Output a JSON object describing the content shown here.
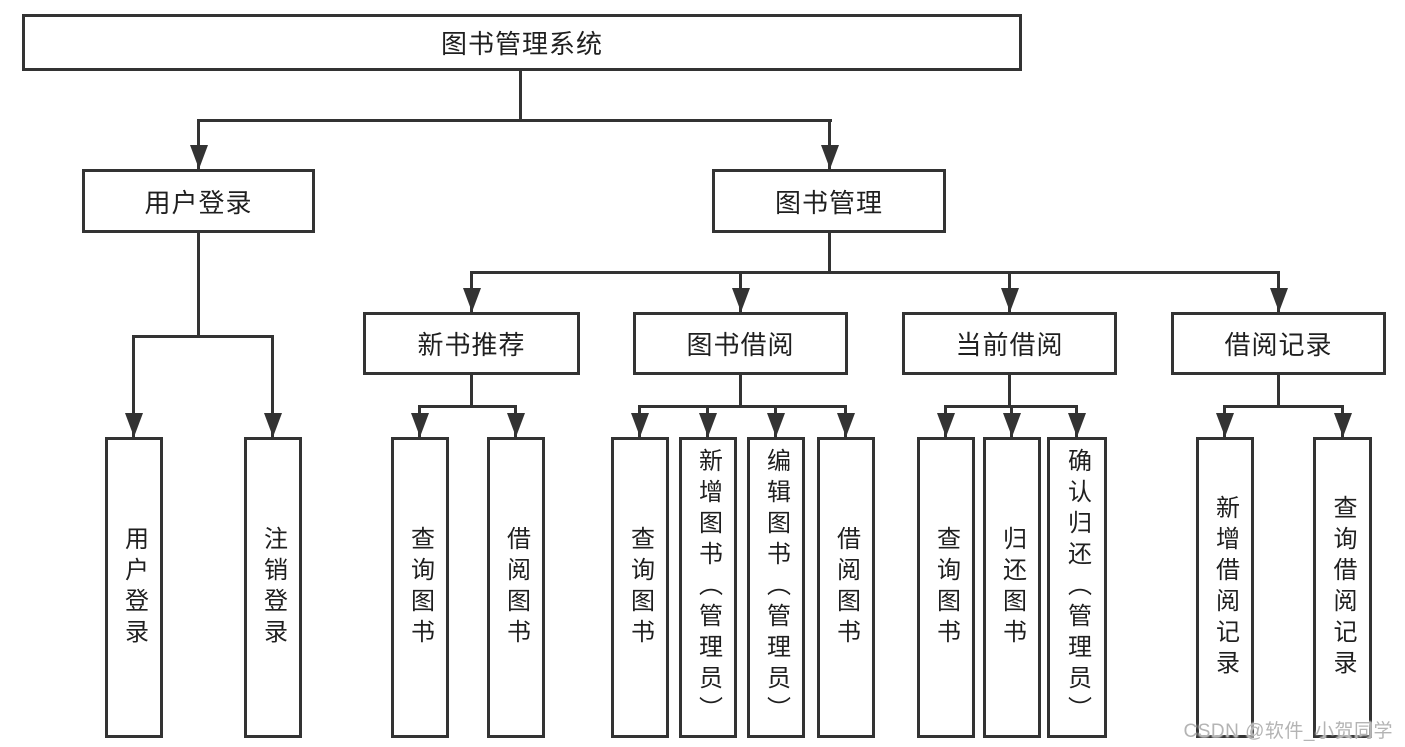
{
  "diagram_type": "feature-tree",
  "colors": {
    "line": "#333333",
    "box_border": "#333333",
    "box_fill": "#ffffff",
    "text": "#1f1f1f",
    "background": "#ffffff",
    "watermark": "#b4b4b4"
  },
  "tree": {
    "root": {
      "label": "图书管理系统",
      "children": [
        {
          "label": "用户登录",
          "children": [
            {
              "label": "用户登录"
            },
            {
              "label": "注销登录"
            }
          ]
        },
        {
          "label": "图书管理",
          "children": [
            {
              "label": "新书推荐",
              "children": [
                {
                  "label": "查询图书"
                },
                {
                  "label": "借阅图书"
                }
              ]
            },
            {
              "label": "图书借阅",
              "children": [
                {
                  "label": "查询图书"
                },
                {
                  "label": "新增图书（管理员）"
                },
                {
                  "label": "编辑图书（管理员）"
                },
                {
                  "label": "借阅图书"
                }
              ]
            },
            {
              "label": "当前借阅",
              "children": [
                {
                  "label": "查询图书"
                },
                {
                  "label": "归还图书"
                },
                {
                  "label": "确认归还（管理员）"
                }
              ]
            },
            {
              "label": "借阅记录",
              "children": [
                {
                  "label": "新增借阅记录"
                },
                {
                  "label": "查询借阅记录"
                }
              ]
            }
          ]
        }
      ]
    }
  },
  "watermark": {
    "text": "CSDN @软件_小贺同学"
  }
}
